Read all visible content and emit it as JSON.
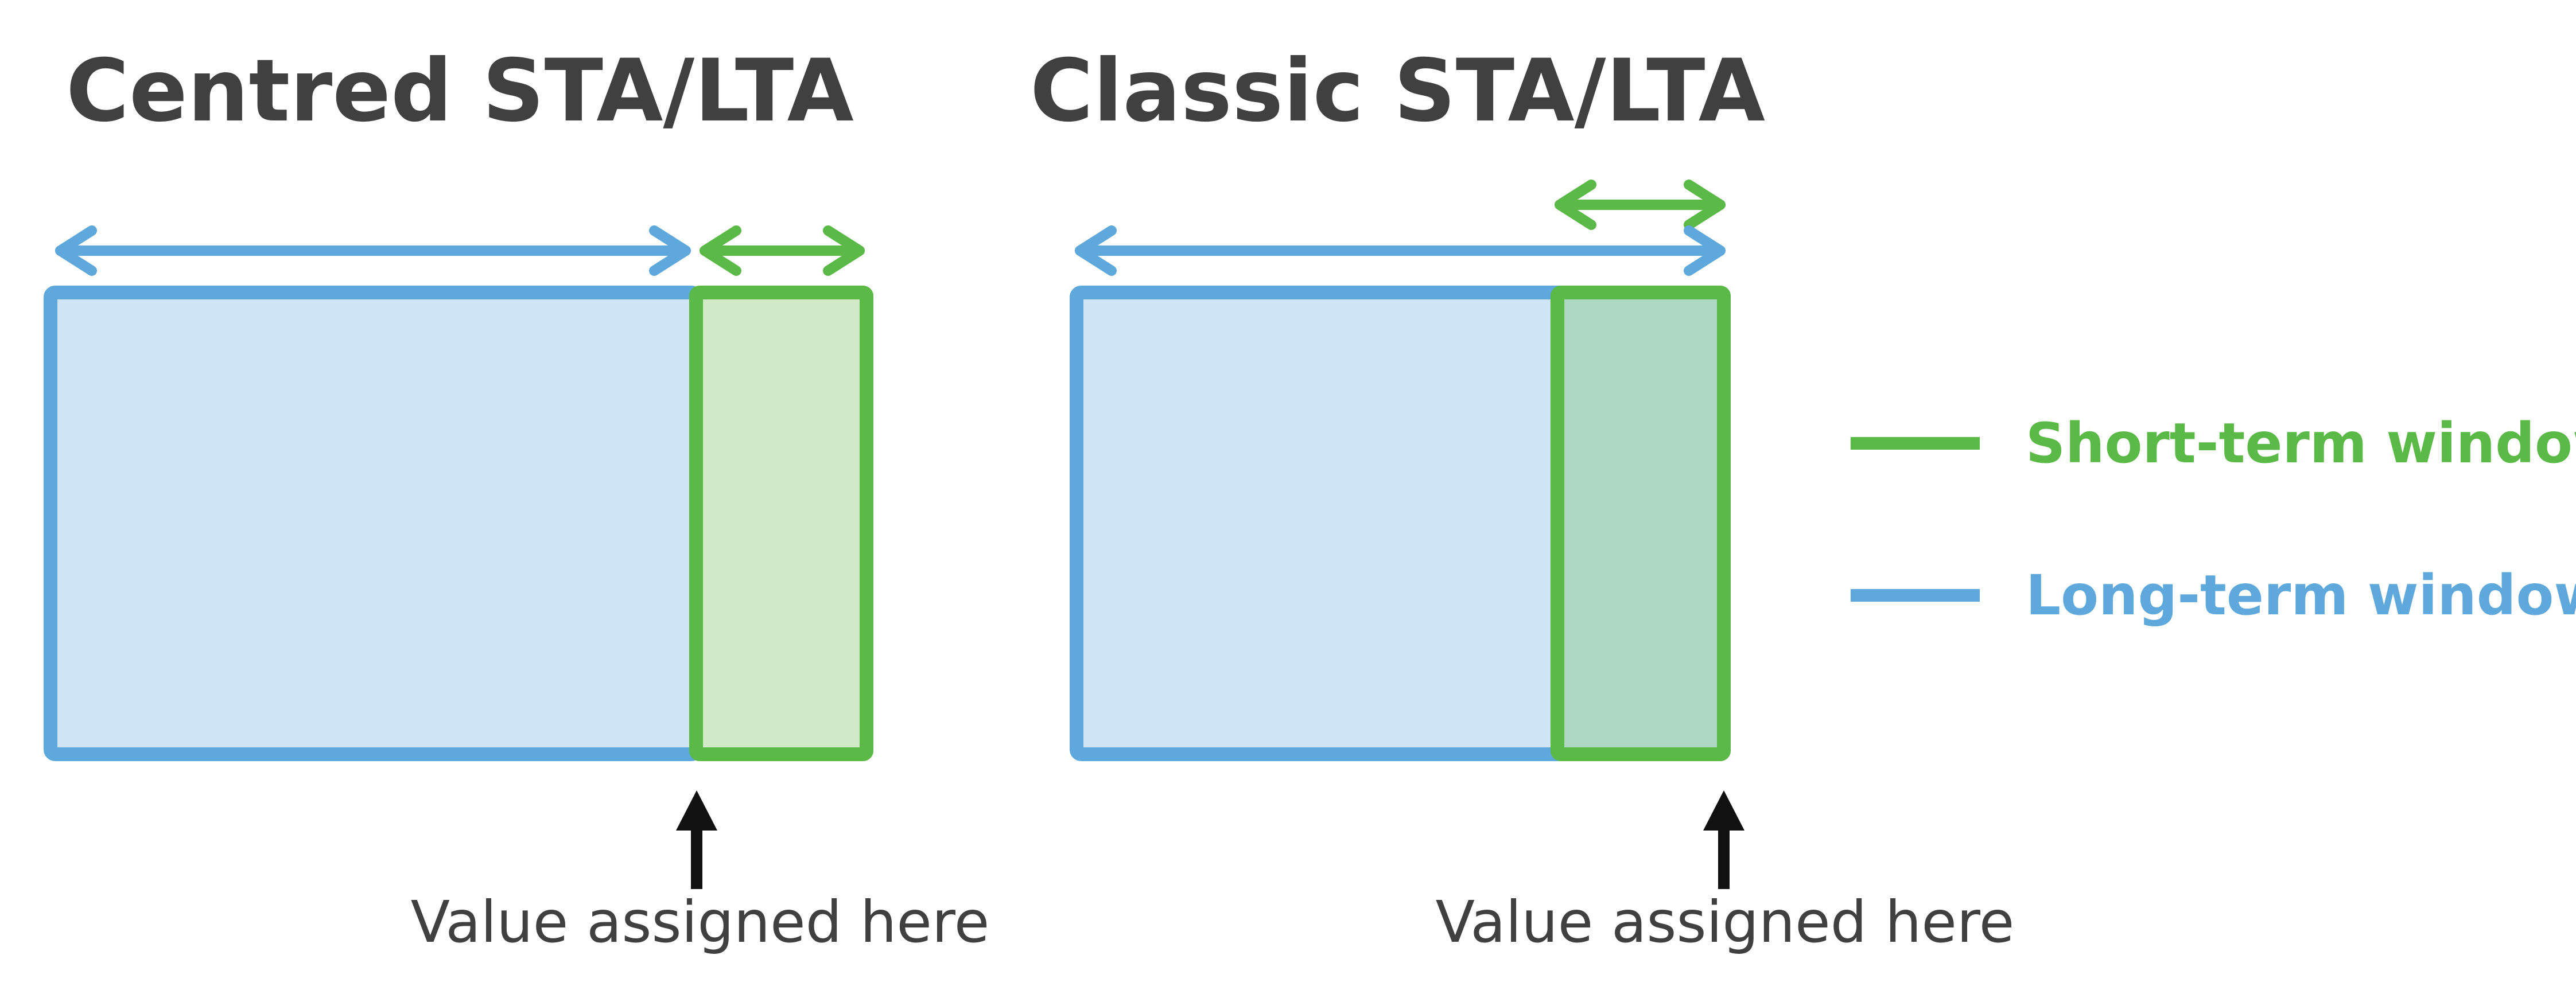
{
  "panels": [
    {
      "title": "Centred STA/LTA",
      "caption": "Value assigned here"
    },
    {
      "title": "Classic STA/LTA",
      "caption": "Value assigned here"
    }
  ],
  "legend": {
    "items": [
      {
        "label": "Short-term window",
        "color": "#5bba47"
      },
      {
        "label": "Long-term window",
        "color": "#5ea8db"
      }
    ]
  },
  "colors": {
    "long_term_stroke": "#5ea8db",
    "long_term_fill": "#cfe4f4",
    "short_term_stroke": "#5bba47",
    "short_term_fill_centred": "#d0eac8",
    "short_term_fill_classic": "#aed8c3",
    "arrow": "#111111",
    "text": "#404040"
  }
}
